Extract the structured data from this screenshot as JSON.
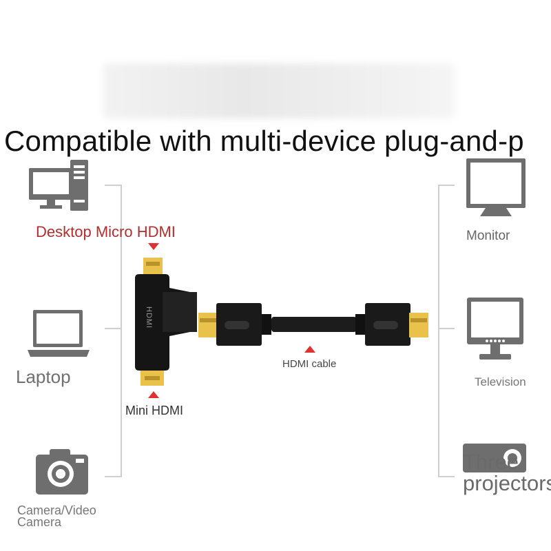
{
  "title": "Compatible with multi-device plug-and-p",
  "left_devices": [
    {
      "icon": "desktop-computer-icon",
      "label": "Desktop Micro HDMI"
    },
    {
      "icon": "laptop-icon",
      "label": "Laptop"
    },
    {
      "icon": "camera-icon",
      "label": "Camera/Video Camera"
    }
  ],
  "right_devices": [
    {
      "icon": "monitor-icon",
      "label": "Monitor"
    },
    {
      "icon": "television-icon",
      "label": "Television"
    },
    {
      "icon": "projector-icon",
      "label": "Three projectors"
    }
  ],
  "adapter": {
    "housing_text": "HDMI",
    "mini_label": "Mini HDMI",
    "cable_label": "HDMI cable"
  },
  "colors": {
    "accent_red": "#e0302f",
    "label_red": "#b22e2e",
    "connector_gold": "#e8c24a",
    "plug_black": "#1a1a1a",
    "icon_gray": "#6e6e6e"
  }
}
